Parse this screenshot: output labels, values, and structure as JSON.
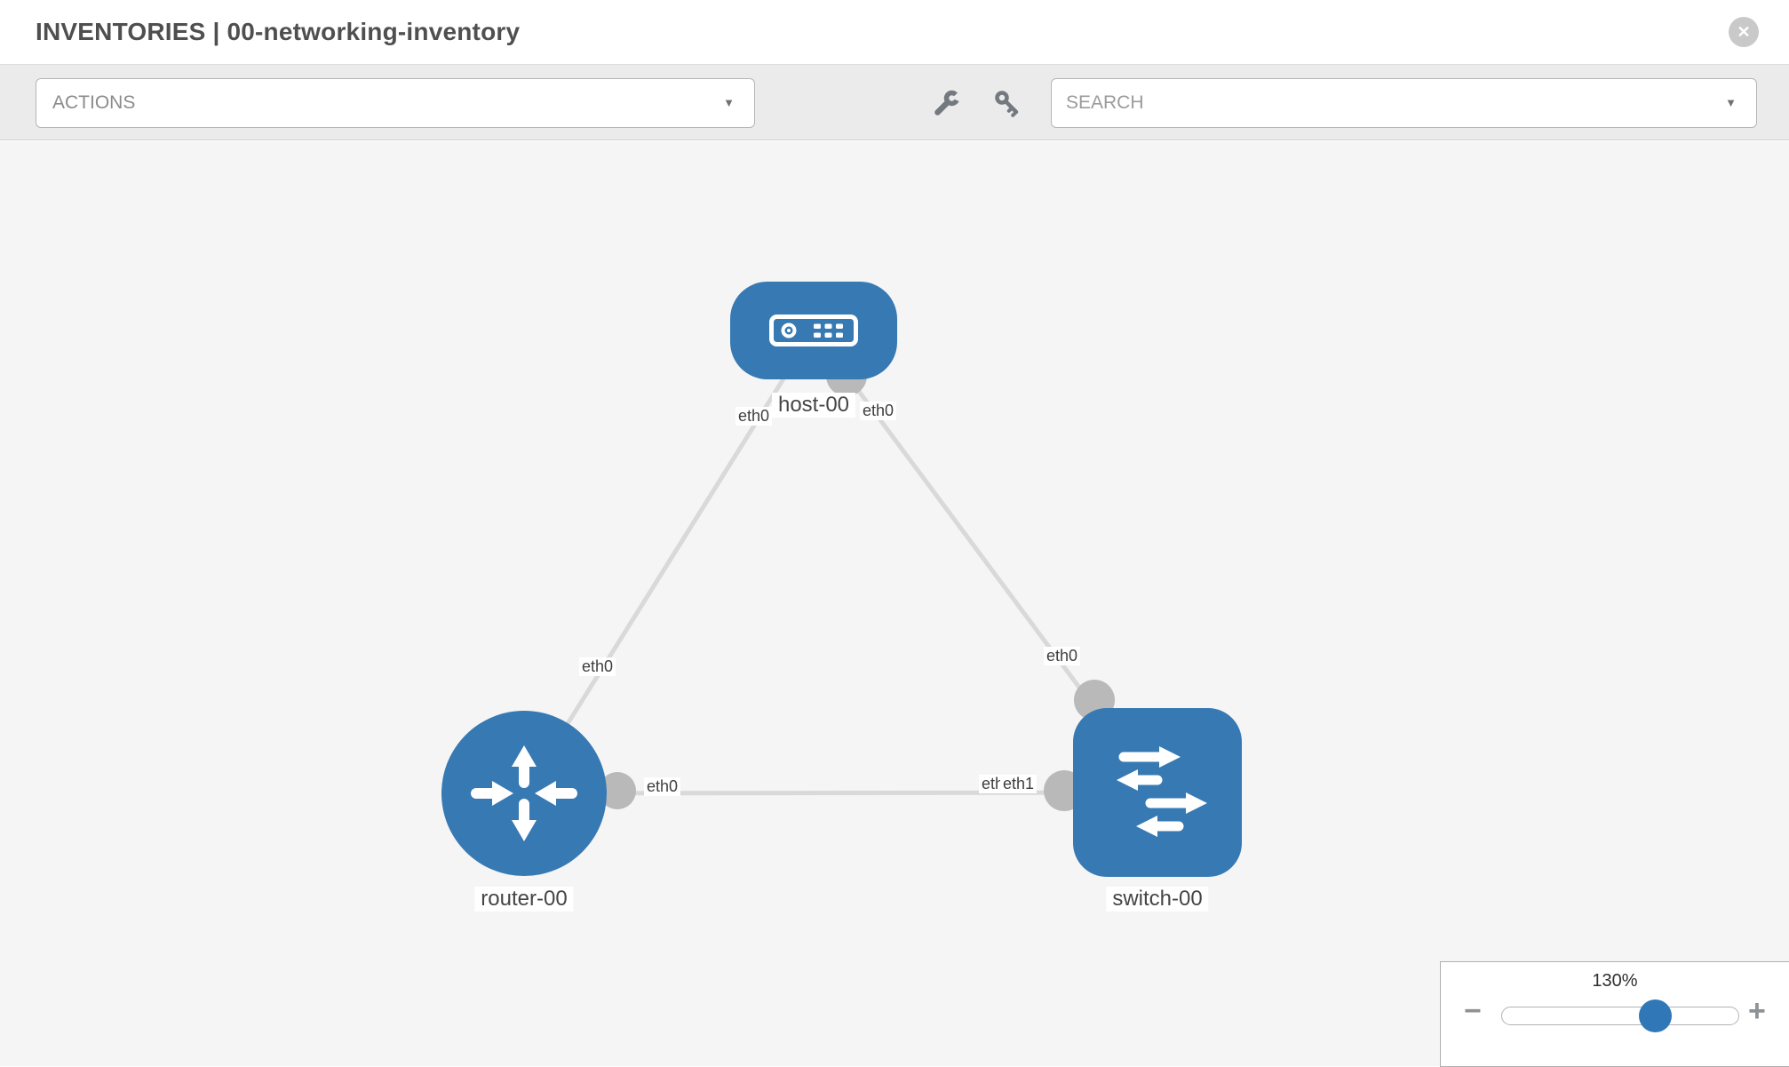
{
  "header": {
    "title": "INVENTORIES | 00-networking-inventory",
    "close_glyph": "✕"
  },
  "toolbar": {
    "actions_label": "ACTIONS",
    "search_placeholder": "SEARCH",
    "caret_glyph": "▼"
  },
  "canvas": {
    "nodes": [
      {
        "id": "host-00",
        "type": "host",
        "label": "host-00"
      },
      {
        "id": "router-00",
        "type": "router",
        "label": "router-00"
      },
      {
        "id": "switch-00",
        "type": "switch",
        "label": "switch-00"
      }
    ],
    "links": [
      {
        "from": "host-00",
        "to": "router-00",
        "from_iface": "eth0",
        "to_iface": "eth0"
      },
      {
        "from": "host-00",
        "to": "switch-00",
        "from_iface": "eth0",
        "to_iface": "eth0"
      },
      {
        "from": "router-00",
        "to": "switch-00",
        "from_iface": "eth0",
        "to_iface": "eth1",
        "to_iface_hidden": "eth0"
      }
    ]
  },
  "zoom_control": {
    "level": "130%",
    "percent": 130,
    "minus_glyph": "−",
    "plus_glyph": "+"
  },
  "colors": {
    "node_blue": "#3679b3",
    "slider_blue": "#3077b7",
    "link_gray": "#d9d9d9",
    "port_gray": "#b9b9b9",
    "canvas_bg": "#f5f5f5",
    "toolbar_bg": "#ebebeb"
  }
}
